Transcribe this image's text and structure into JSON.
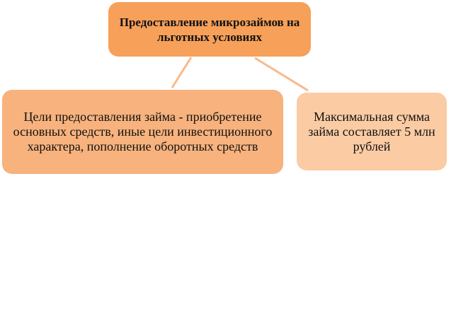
{
  "diagram": {
    "root": {
      "label": "Предоставление микрозаймов на льготных условиях"
    },
    "children": [
      {
        "label": "Цели предоставления займа - приобретение основных средств, иные цели инвестиционного характера, пополнение оборотных средств"
      },
      {
        "label": "Максимальная сумма займа составляет 5 млн рублей"
      }
    ],
    "colors": {
      "root": "#F6A05A",
      "child_left": "#F7B27D",
      "child_right": "#FBCBA3",
      "connector": "#F9B98A"
    }
  }
}
